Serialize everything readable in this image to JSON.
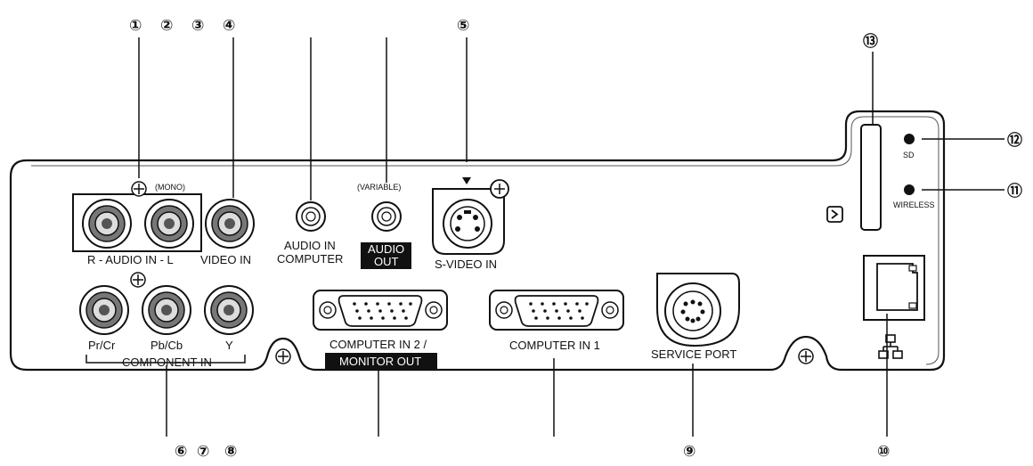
{
  "callouts": {
    "n1": "①",
    "n2": "②",
    "n3": "③",
    "n4": "④",
    "n5": "⑤",
    "n6": "⑥",
    "n7": "⑦",
    "n8": "⑧",
    "n9": "⑨",
    "n10": "⑩",
    "n11": "⑪",
    "n12": "⑫",
    "n13": "⑬"
  },
  "labels": {
    "mono": "(MONO)",
    "audio_in": "R - AUDIO IN - L",
    "video_in": "VIDEO IN",
    "audio_in_computer_1": "AUDIO IN",
    "audio_in_computer_2": "COMPUTER",
    "variable": "(VARIABLE)",
    "audio_out_1": "AUDIO",
    "audio_out_2": "OUT",
    "s_video_in": "S-VIDEO IN",
    "pr_cr": "Pr/Cr",
    "pb_cb": "Pb/Cb",
    "y": "Y",
    "component_in": "COMPONENT IN",
    "computer_in_2": "COMPUTER IN 2 /",
    "monitor_out": "MONITOR OUT",
    "computer_in_1": "COMPUTER IN 1",
    "service_port": "SERVICE PORT",
    "sd": "SD",
    "wireless": "WIRELESS"
  }
}
